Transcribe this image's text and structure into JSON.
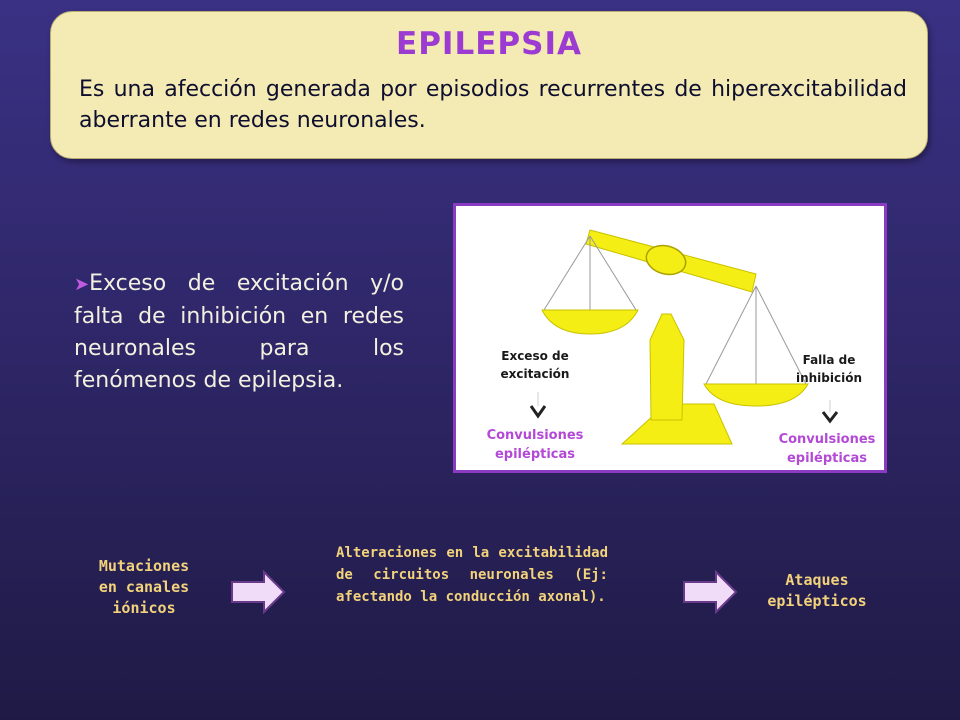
{
  "header": {
    "title": "EPILEPSIA",
    "definition": "Es una afección generada por episodios recurrentes de hiperexcitabilidad aberrante en redes neuronales."
  },
  "bullet": {
    "text": "Exceso de excitación y/o falta de inhibición en redes neuronales para los fenómenos de epilepsia."
  },
  "figure": {
    "left_cause_line1": "Exceso de",
    "left_cause_line2": "excitación",
    "right_cause_line1": "Falla de",
    "right_cause_line2": "inhibición",
    "left_result_line1": "Convulsiones",
    "left_result_line2": "epilépticas",
    "right_result_line1": "Convulsiones",
    "right_result_line2": "epilépticas",
    "colors": {
      "scale": "#f5ee14",
      "scale_outline": "#c9c200",
      "frame": "#8b3bc2",
      "result_text": "#b34ad6"
    }
  },
  "flow": {
    "step1_line1": "Mutaciones",
    "step1_line2": "en canales",
    "step1_line3": "iónicos",
    "step2": "Alteraciones en la excitabilidad de circuitos neuronales (Ej: afectando la conducción axonal).",
    "step3_line1": "Ataques",
    "step3_line2": "epilépticos",
    "colors": {
      "text": "#f2d27a",
      "arrow_fill": "#f0dcf8",
      "arrow_stroke": "#6a3a8a"
    }
  }
}
